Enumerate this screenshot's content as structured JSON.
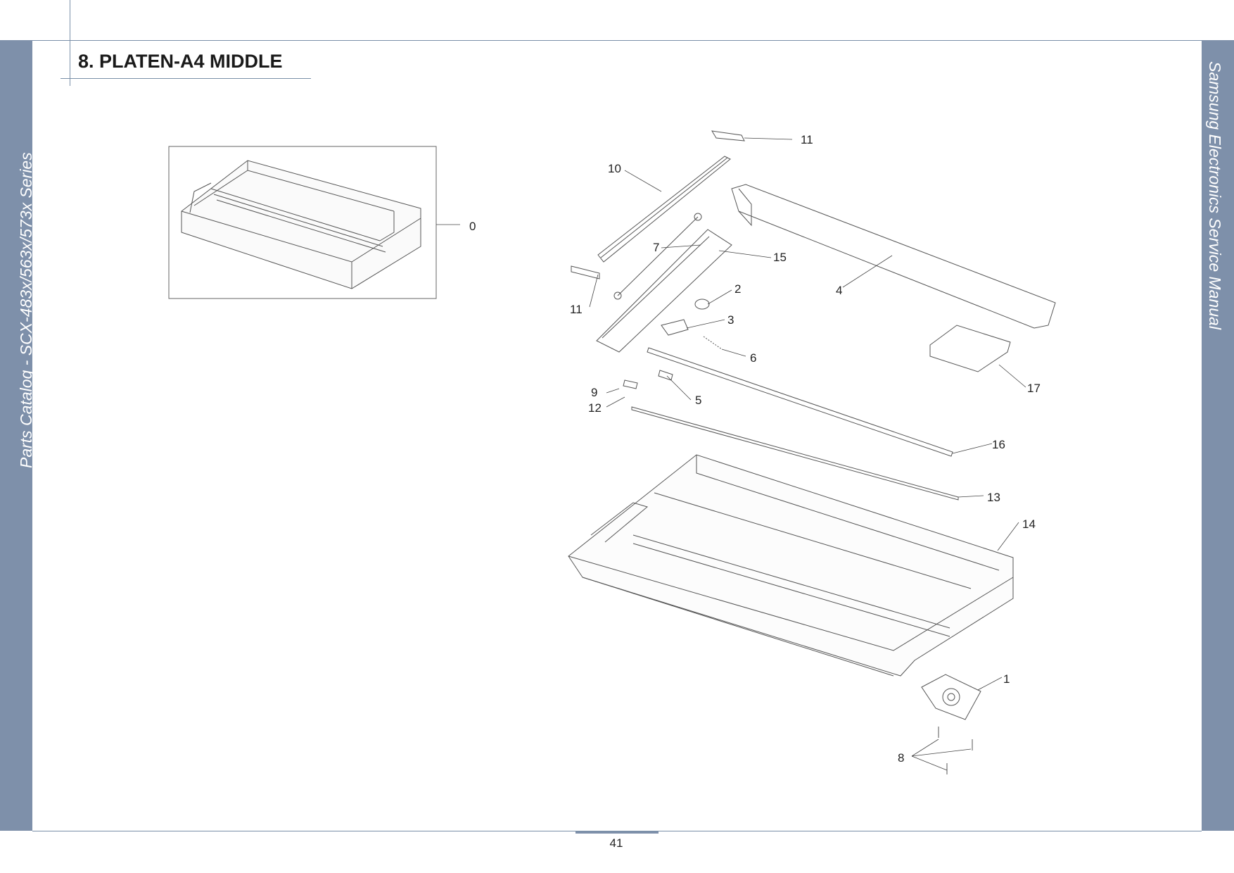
{
  "page": {
    "title": "8. PLATEN-A4 MIDDLE",
    "page_number": "41"
  },
  "side_bands": {
    "left_text": "Parts Catalog - SCX-483x/563x/573x Series",
    "right_text": "Samsung Electronics  Service Manual"
  },
  "colors": {
    "band": "#7e90aa",
    "band_ghost": "#9eadc2",
    "rule": "#7a8fa8"
  },
  "callouts": [
    "0",
    "1",
    "2",
    "3",
    "4",
    "5",
    "6",
    "7",
    "8",
    "9",
    "10",
    "11",
    "11",
    "12",
    "13",
    "14",
    "15",
    "16",
    "17"
  ]
}
